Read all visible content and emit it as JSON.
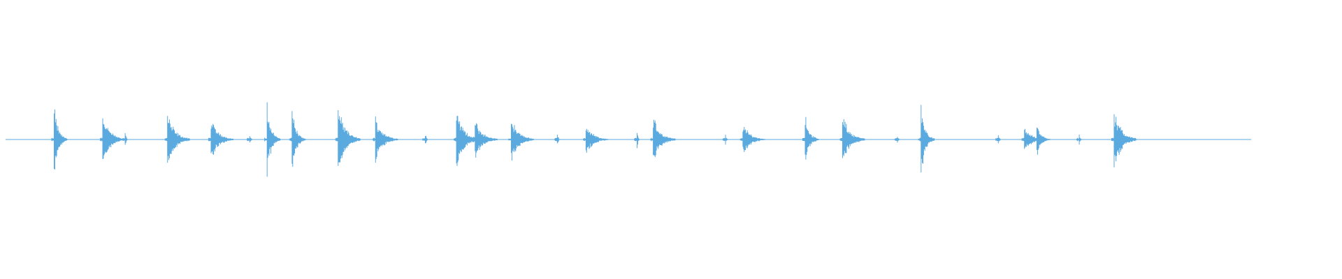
{
  "waveform": {
    "color": "#5aaae0",
    "amplitude_scale": 1.0,
    "events": [
      {
        "t": 0.039,
        "amp": 0.28,
        "shape": "spike"
      },
      {
        "t": 0.078,
        "amp": 0.2,
        "shape": "burst"
      },
      {
        "t": 0.096,
        "amp": 0.07,
        "shape": "tick"
      },
      {
        "t": 0.13,
        "amp": 0.22,
        "shape": "burst"
      },
      {
        "t": 0.165,
        "amp": 0.18,
        "shape": "burst"
      },
      {
        "t": 0.196,
        "amp": 0.04,
        "shape": "tick"
      },
      {
        "t": 0.21,
        "amp": 0.28,
        "shape": "spike"
      },
      {
        "t": 0.23,
        "amp": 0.26,
        "shape": "spike"
      },
      {
        "t": 0.267,
        "amp": 0.26,
        "shape": "burst"
      },
      {
        "t": 0.297,
        "amp": 0.18,
        "shape": "burst"
      },
      {
        "t": 0.337,
        "amp": 0.06,
        "shape": "tick"
      },
      {
        "t": 0.362,
        "amp": 0.25,
        "shape": "burst"
      },
      {
        "t": 0.377,
        "amp": 0.16,
        "shape": "burst"
      },
      {
        "t": 0.406,
        "amp": 0.18,
        "shape": "burst"
      },
      {
        "t": 0.443,
        "amp": 0.05,
        "shape": "tick"
      },
      {
        "t": 0.466,
        "amp": 0.13,
        "shape": "burst"
      },
      {
        "t": 0.507,
        "amp": 0.07,
        "shape": "tick"
      },
      {
        "t": 0.52,
        "amp": 0.18,
        "shape": "burst"
      },
      {
        "t": 0.578,
        "amp": 0.04,
        "shape": "tick"
      },
      {
        "t": 0.592,
        "amp": 0.13,
        "shape": "burst"
      },
      {
        "t": 0.642,
        "amp": 0.22,
        "shape": "spike"
      },
      {
        "t": 0.672,
        "amp": 0.2,
        "shape": "burst"
      },
      {
        "t": 0.716,
        "amp": 0.04,
        "shape": "tick"
      },
      {
        "t": 0.735,
        "amp": 0.3,
        "shape": "spike"
      },
      {
        "t": 0.797,
        "amp": 0.04,
        "shape": "tick"
      },
      {
        "t": 0.818,
        "amp": 0.1,
        "shape": "burst"
      },
      {
        "t": 0.828,
        "amp": 0.14,
        "shape": "spike"
      },
      {
        "t": 0.862,
        "amp": 0.05,
        "shape": "tick"
      },
      {
        "t": 0.89,
        "amp": 0.24,
        "shape": "burst"
      }
    ]
  }
}
